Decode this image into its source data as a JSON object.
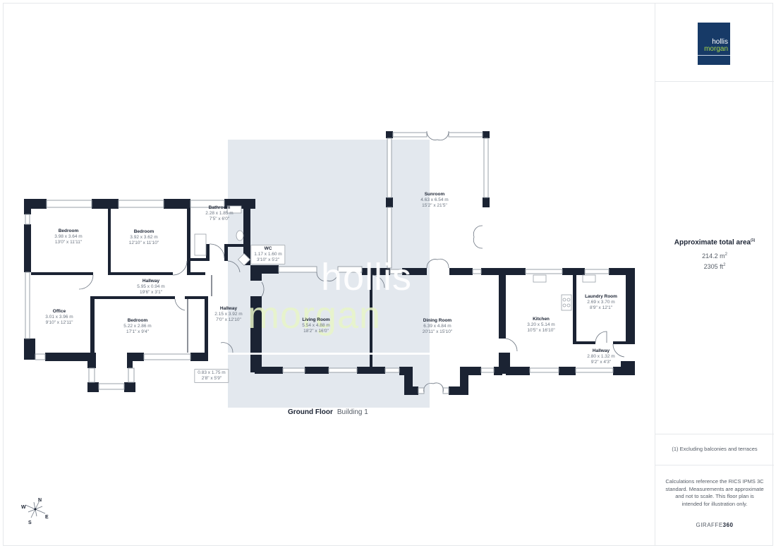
{
  "floor": {
    "name": "Ground Floor",
    "building": "Building 1"
  },
  "rooms": [
    {
      "name": "Bedroom",
      "metric": "3.98 x 3.64 m",
      "imperial": "13'0\" x 11'11\""
    },
    {
      "name": "Bedroom",
      "metric": "3.92 x 3.62 m",
      "imperial": "12'10\" x 11'10\""
    },
    {
      "name": "Bathroom",
      "metric": "2.28 x 1.85 m",
      "imperial": "7'5\" x 6'0\""
    },
    {
      "name": "WC",
      "metric": "1.17 x 1.60 m",
      "imperial": "3'10\" x 5'2\""
    },
    {
      "name": "Hallway",
      "metric": "5.95 x 0.94 m",
      "imperial": "19'6\" x 3'1\""
    },
    {
      "name": "Office",
      "metric": "3.01 x 3.96 m",
      "imperial": "9'10\" x 12'11\""
    },
    {
      "name": "Bedroom",
      "metric": "5.22 x 2.86 m",
      "imperial": "17'1\" x 9'4\""
    },
    {
      "name": "Hallway",
      "metric": "2.15 x 3.92 m",
      "imperial": "7'0\" x 12'10\""
    },
    {
      "name": "",
      "metric": "0.83 x 1.75 m",
      "imperial": "2'8\" x 5'9\""
    },
    {
      "name": "Living Room",
      "metric": "5.54 x 4.88 m",
      "imperial": "18'2\" x 16'0\""
    },
    {
      "name": "Sunroom",
      "metric": "4.63 x 6.54 m",
      "imperial": "15'2\" x 21'5\""
    },
    {
      "name": "Dining Room",
      "metric": "6.39 x 4.84 m",
      "imperial": "20'11\" x 15'10\""
    },
    {
      "name": "Kitchen",
      "metric": "3.20 x 5.14 m",
      "imperial": "10'5\" x 16'10\""
    },
    {
      "name": "Laundry Room",
      "metric": "2.69 x 3.70 m",
      "imperial": "8'9\" x 12'1\""
    },
    {
      "name": "Hallway",
      "metric": "2.80 x 1.32 m",
      "imperial": "9'2\" x 4'3\""
    }
  ],
  "watermark": {
    "line1": "hollis",
    "line2": "morgan"
  },
  "compass": {
    "n": "N",
    "s": "S",
    "e": "E",
    "w": "W"
  },
  "sidebar": {
    "logo": {
      "line1": "hollis",
      "line2": "morgan"
    },
    "area_title": "Approximate total area",
    "area_footnote_mark": "(1)",
    "area_m2_value": "214.2 m",
    "area_ft2_value": "2305 ft",
    "area_sup": "2",
    "footnote": "(1) Excluding balconies and terraces",
    "notes": "Calculations reference the RICS IPMS 3C standard. Measurements are approximate and not to scale. This floor plan is intended for illustration only.",
    "brand_left": "GIRAFFE",
    "brand_right": "360"
  },
  "colors": {
    "wall": "#1b2333",
    "watermark_panel": "#e3e8ee",
    "logo_bg": "#173a67",
    "logo_accent": "#a6d64a"
  }
}
